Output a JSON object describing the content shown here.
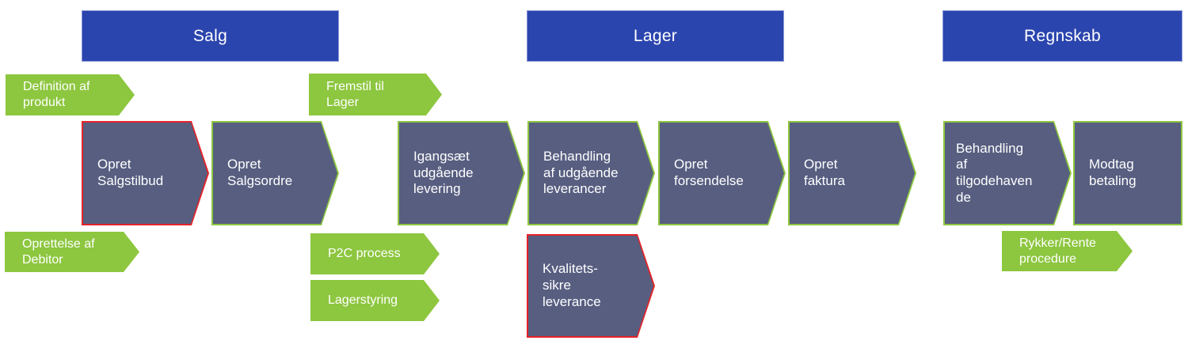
{
  "colors": {
    "section_header_bg": "#2b45ae",
    "section_header_border": "#8a95d6",
    "step_fill": "#575e80",
    "step_outline_green": "#8dc63f",
    "step_outline_red": "#e62328",
    "tag_fill": "#8dc63f",
    "text": "#ffffff"
  },
  "section_headers": [
    {
      "label": "Salg"
    },
    {
      "label": "Lager"
    },
    {
      "label": "Regnskab"
    }
  ],
  "process_steps": [
    {
      "id": "opret-salgstilbud",
      "label": "Opret\nSalgstilbud",
      "outline": "red"
    },
    {
      "id": "opret-salgsordre",
      "label": "Opret\nSalgsordre",
      "outline": "green"
    },
    {
      "id": "igangsaet-udgaaende-levering",
      "label": "Igangsæt\nudgående\nlevering",
      "outline": "green"
    },
    {
      "id": "behandling-af-udgaaende-leverancer",
      "label": "Behandling\naf udgående\nleverancer",
      "outline": "green"
    },
    {
      "id": "opret-forsendelse",
      "label": "Opret\nforsendelse",
      "outline": "green"
    },
    {
      "id": "opret-faktura",
      "label": "Opret\nfaktura",
      "outline": "green"
    },
    {
      "id": "behandling-af-tilgodehavende",
      "label": "Behandling\naf\ntilgodehaven\nde",
      "outline": "green"
    },
    {
      "id": "modtag-betaling",
      "label": "Modtag\nbetaling",
      "outline": "green"
    },
    {
      "id": "kvalitetssikre-leverance",
      "label": "Kvalitets-\nsikre\nleverance",
      "outline": "red"
    }
  ],
  "side_tags": [
    {
      "id": "definition-af-produkt",
      "label": "Definition af\nprodukt"
    },
    {
      "id": "fremstil-til-lager",
      "label": "Fremstil til\nLager"
    },
    {
      "id": "oprettelse-af-debitor",
      "label": "Oprettelse af\nDebitor"
    },
    {
      "id": "p2c-process",
      "label": "P2C process"
    },
    {
      "id": "lagerstyring",
      "label": "Lagerstyring"
    },
    {
      "id": "rykker-rente-procedure",
      "label": "Rykker/Rente\nprocedure"
    }
  ]
}
